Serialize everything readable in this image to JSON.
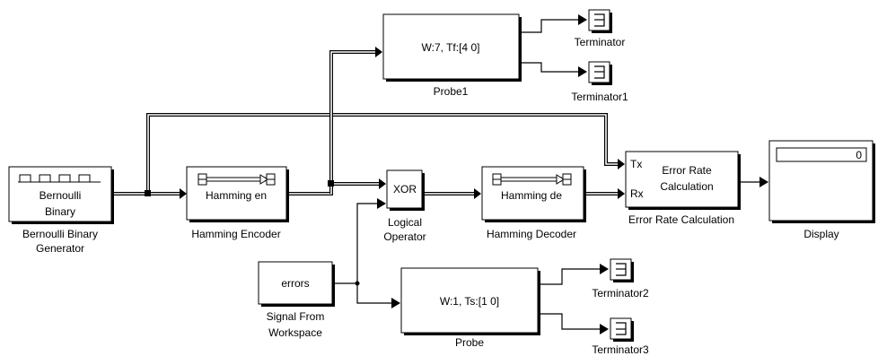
{
  "blocks": {
    "bernoulli": {
      "inner_top": "Bernoulli",
      "inner_bottom": "Binary",
      "caption_1": "Bernoulli Binary",
      "caption_2": "Generator"
    },
    "hamming_encoder": {
      "inner": "Hamming en",
      "caption": "Hamming Encoder"
    },
    "probe1": {
      "inner": "W:7, Tf:[4 0]",
      "caption": "Probe1"
    },
    "terminator": {
      "caption": "Terminator"
    },
    "terminator1": {
      "caption": "Terminator1"
    },
    "xor": {
      "inner": "XOR",
      "caption_1": "Logical",
      "caption_2": "Operator"
    },
    "hamming_decoder": {
      "inner": "Hamming de",
      "caption": "Hamming Decoder"
    },
    "error_rate": {
      "port_tx": "Tx",
      "port_rx": "Rx",
      "inner_1": "Error Rate",
      "inner_2": "Calculation",
      "caption": "Error Rate Calculation"
    },
    "display": {
      "value": "0",
      "caption": "Display"
    },
    "signal_ws": {
      "inner": "errors",
      "caption_1": "Signal From",
      "caption_2": "Workspace"
    },
    "probe": {
      "inner": "W:1, Ts:[1 0]",
      "caption": "Probe"
    },
    "terminator2": {
      "caption": "Terminator2"
    },
    "terminator3": {
      "caption": "Terminator3"
    }
  }
}
